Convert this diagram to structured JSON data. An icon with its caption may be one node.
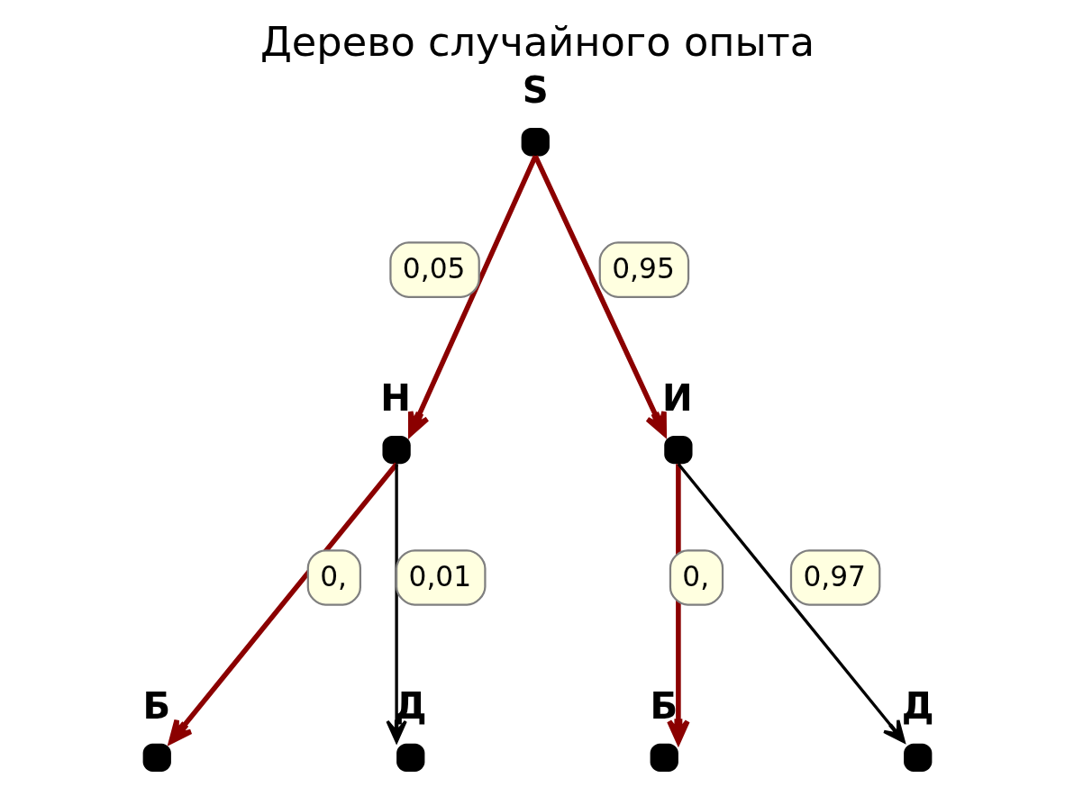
{
  "diagram": {
    "title": "Дерево случайного опыта",
    "nodes": [
      {
        "text": [
          "S"
        ]
      },
      {
        "text": [
          "Н"
        ]
      },
      {
        "text": [
          "И"
        ]
      },
      {
        "text": [
          "Б"
        ]
      },
      {
        "text": [
          "Д"
        ]
      },
      {
        "text": [
          "Б"
        ]
      },
      {
        "text": [
          "Д"
        ]
      }
    ],
    "edges": [
      {
        "from": 0,
        "to": 1,
        "arrow": "to",
        "label": "0,05"
      },
      {
        "from": 0,
        "to": 2,
        "arrow": "to",
        "label": "0,95"
      },
      {
        "from": 1,
        "to": 3,
        "arrow": "to",
        "label": "0,"
      },
      {
        "from": 1,
        "to": 4,
        "arrow": "to",
        "label": "0,01",
        "color": "#000000"
      },
      {
        "from": 2,
        "to": 5,
        "arrow": "to",
        "label": "0,"
      },
      {
        "from": 2,
        "to": 6,
        "arrow": "to",
        "label": "0,97",
        "color": "#000000"
      }
    ]
  }
}
